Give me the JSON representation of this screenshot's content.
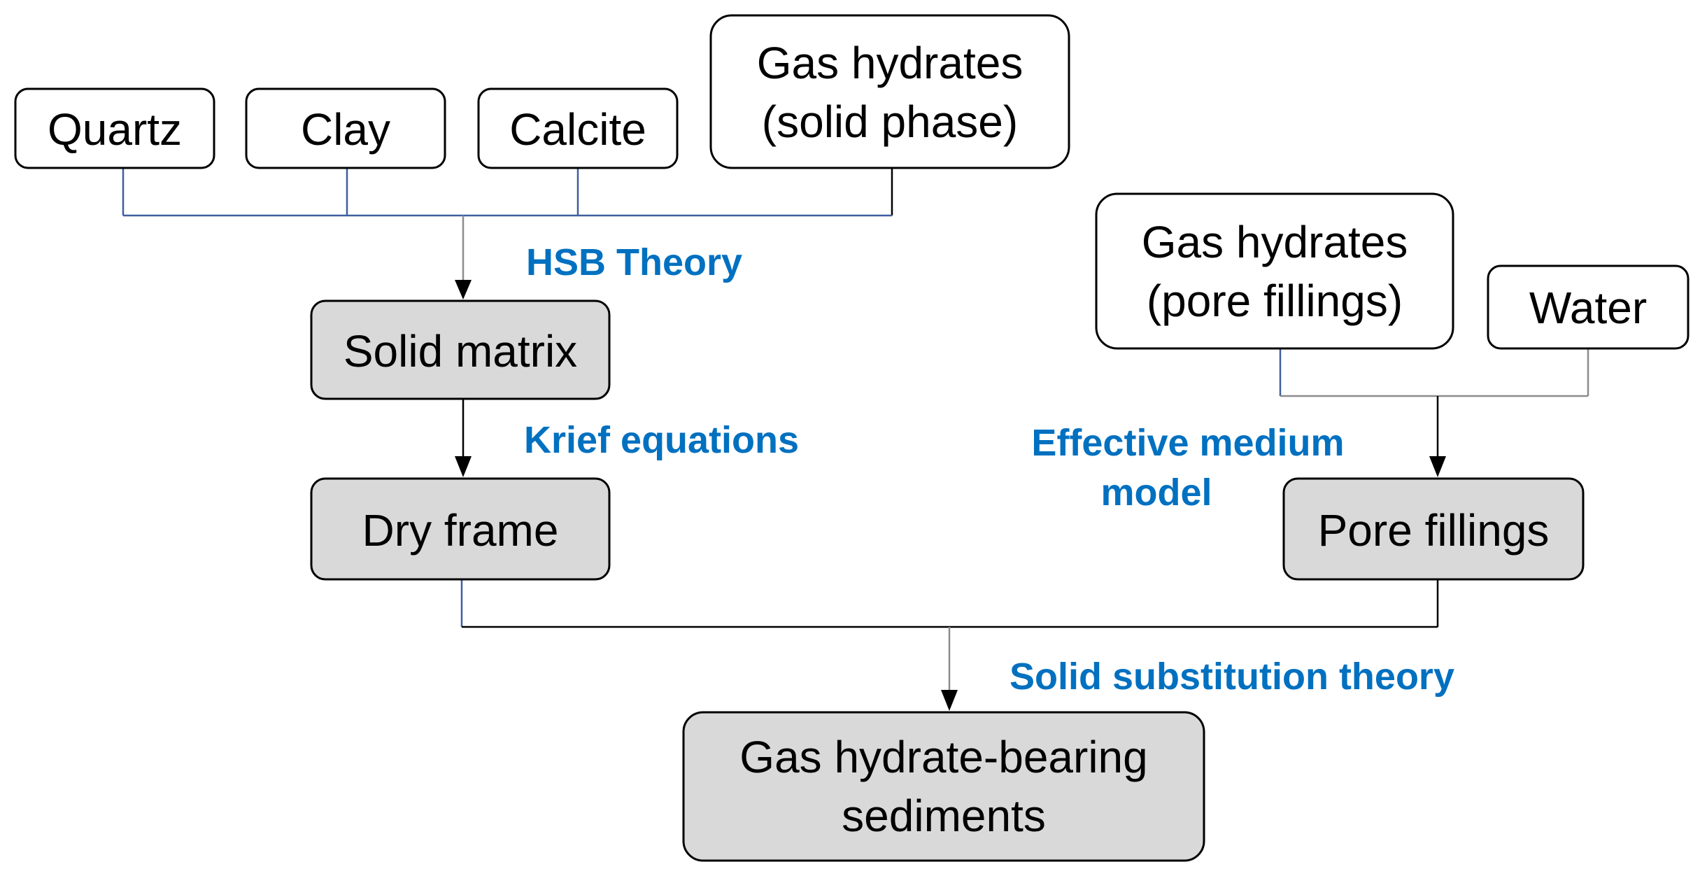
{
  "colors": {
    "label": "#0070c0",
    "box_white": "#ffffff",
    "box_gray": "#d9d9d9"
  },
  "nodes": {
    "quartz": "Quartz",
    "clay": "Clay",
    "calcite": "Calcite",
    "gas_hydrates_solid": [
      "Gas hydrates",
      "(solid phase)"
    ],
    "solid_matrix": "Solid matrix",
    "dry_frame": "Dry frame",
    "gas_hydrates_pore": [
      "Gas hydrates",
      "(pore fillings)"
    ],
    "water": "Water",
    "pore_fillings": "Pore fillings",
    "gas_hydrate_bearing_sediments": [
      "Gas hydrate-bearing",
      "sediments"
    ]
  },
  "labels": {
    "hsb_theory": "HSB Theory",
    "krief_equations": "Krief equations",
    "effective_medium_model": [
      "Effective medium",
      "model"
    ],
    "solid_substitution_theory": "Solid substitution theory"
  }
}
